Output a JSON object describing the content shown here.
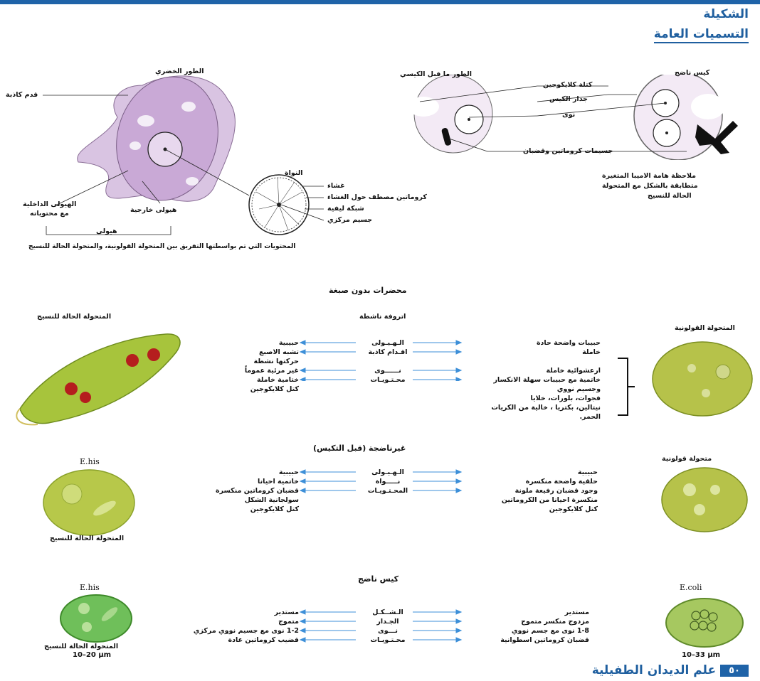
{
  "header": {
    "title": "الشكيلة",
    "subtitle": "التسميات العامة"
  },
  "trophozoite": {
    "title": "الطور الخضري",
    "pseudopod": "قدم كاذبة",
    "endoplasm": "الهيولى الداخلية",
    "endoplasm2": "مع محتوياته",
    "ectoplasm": "هيولى خارجية",
    "cytoplasm": "هيولى",
    "caption": "المحتويات التي تم بواسطتها التفريق بين المتحولة القولونية، والمتحولة الحالة للنسيج"
  },
  "nucleus": {
    "title": "النواة",
    "membrane": "غشاء",
    "peripheral": "كروماتين مصطف حول الغشاء",
    "network": "شبكة ليفية",
    "karyosome": "جسيم مركزي"
  },
  "precyst": {
    "title": "الطور ما قبل الكيسي"
  },
  "cyst": {
    "title": "كيس ناضج",
    "glycogen": "كتلة كلايكوجين",
    "wall": "جدار الكيس",
    "nuclei": "نوى",
    "chromatoid": "جسيمات كروماتين وقضبان",
    "note1": "ملاحظة هامة الاميبا المتغيرة",
    "note2": "متطابقة بالشكل مع المتحولة",
    "note3": "الحالة للنسيج"
  },
  "unstained": {
    "title": "محضرات بدون صبغة"
  },
  "active": {
    "title": "اتروفة ناشطة",
    "left_title": "المتحولة الحالة للنسيج",
    "right_title": "المتحولة القولونية",
    "mid": [
      "الـهـيـولى",
      "اقـدام كاذبة",
      "نــــــوى",
      "محـتـويـات"
    ],
    "left": [
      "حبيبية",
      "تشبه الاصبع",
      "حركتها نشطة",
      "غير مرئية عموماً",
      "ختامية خاملة",
      "كتل كلايكوجين"
    ],
    "right": [
      "حبيبات واضحة حادة",
      "خاملة",
      "ارعشوائية خاملة",
      "خاتمية مع حبيبات سهلة الانكسار",
      "وجسيم نووي",
      "فجوات، بلورات، خلايا",
      "نيتالين، بكتريا ، خالية من الكريات",
      "الحمر."
    ]
  },
  "precyst_section": {
    "title": "غيرناضجة (قبل التكيس)",
    "left_species": "E.his",
    "left_caption": "المتحولة الحالة للنسيج",
    "right_title": "متحولة قولونية",
    "mid": [
      "الـهـيـولى",
      "نـــــواة",
      "المحـتـويـات"
    ],
    "left": [
      "حبيبية",
      "خاتمية احيانا",
      "قضبان كروماتين منكسرة",
      "سولجانية الشكل",
      "كتل كلايكوجين"
    ],
    "right": [
      "حبيبية",
      "حلقية واضحة منكسرة",
      "وجود قضبان رفيعة ملونة",
      "منكسرة احيانا من الكروماتين",
      "كتل كلايكوجين"
    ]
  },
  "mature_cyst": {
    "title": "كيس ناضج",
    "left_species": "E.his",
    "left_caption": "المتحولة الحالة للنسيج",
    "left_size": "10–20 µm",
    "right_species": "E.coli",
    "right_size": "10–33 µm",
    "mid": [
      "الـشــكـل",
      "الجـدار",
      "نـــوى",
      "محـتـويـات"
    ],
    "left": [
      "مستدير",
      "متموج",
      "1-2 نوى مع جسيم نووي مركزي",
      "قضيب كروماتين عادة"
    ],
    "right": [
      "مستدير",
      "مزدوج منكسر متموج",
      "1-8 نوى مع جسم نووي",
      "قضبان كروماتين اسطوانية"
    ]
  },
  "footer": {
    "page": "٥٠",
    "title": "علم الديدان الطفيلية"
  },
  "colors": {
    "accent": "#1f63a8",
    "arrow": "#3d8fd8",
    "cell": "#c9a9d6",
    "stain": "#a7c43c"
  }
}
